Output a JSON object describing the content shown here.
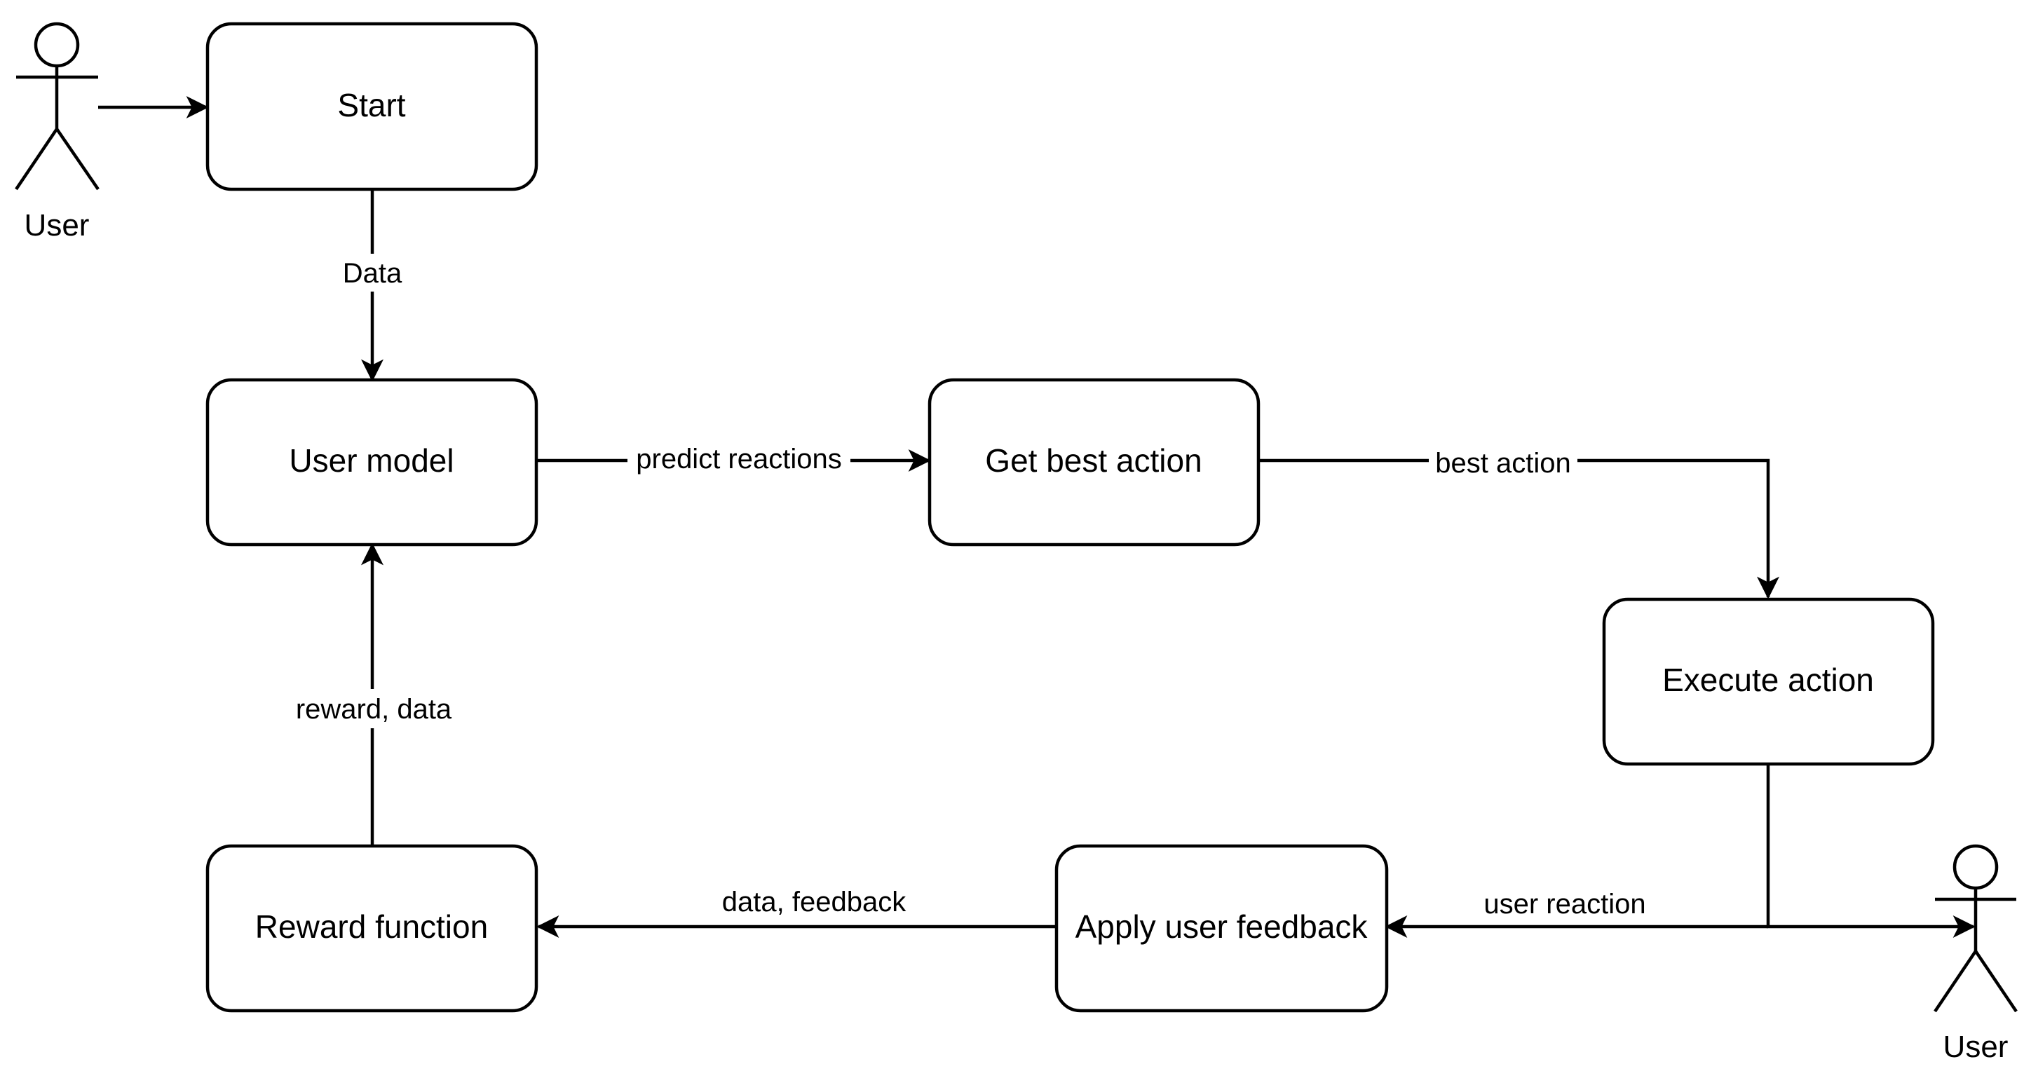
{
  "nodes": {
    "start": "Start",
    "user_model": "User model",
    "get_best_action": "Get best action",
    "execute_action": "Execute action",
    "apply_user_feedback": "Apply user feedback",
    "reward_function": "Reward function"
  },
  "edges": {
    "data": "Data",
    "predict_reactions": "predict reactions",
    "best_action": "best action",
    "user_reaction": "user reaction",
    "data_feedback": "data, feedback",
    "reward_data": "reward, data"
  },
  "actors": {
    "user_start": "User",
    "user_end": "User"
  }
}
